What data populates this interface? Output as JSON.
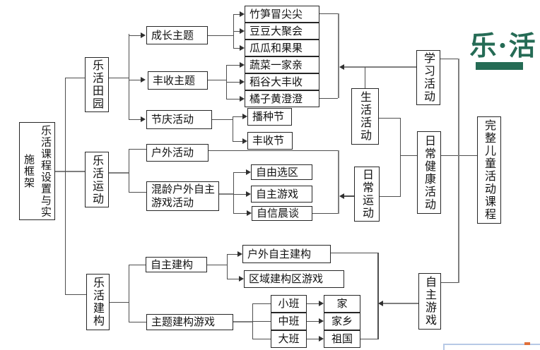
{
  "logo": {
    "text": "乐·活",
    "brand_green": "#256b55"
  },
  "nodes": {
    "root": "乐活课程设置与实施框架",
    "lohas_field": "乐活田园",
    "lohas_sports": "乐活运动",
    "lohas_construction": "乐活建构",
    "growth_theme": "成长主题",
    "harvest_theme": "丰收主题",
    "festival_activity": "节庆活动",
    "outdoor_activity": "户外活动",
    "mixed_age_outdoor": "混龄户外自主游戏活动",
    "autonomous_construction": "自主建构",
    "theme_construction_game": "主题建构游戏",
    "life_activity": "生活活动",
    "daily_sports": "日常运动",
    "learning_activity": "学习活动",
    "daily_health_activity": "日常健康活动",
    "complete_child_curriculum": "完整儿童活动课程",
    "autonomous_play": "自主游戏"
  },
  "field_leaves": [
    "竹笋冒尖尖",
    "豆豆大聚会",
    "瓜瓜和果果",
    "蔬菜一家亲",
    "稻谷大丰收",
    "橘子黄澄澄"
  ],
  "festival_leaves": [
    "播种节",
    "丰收节"
  ],
  "outdoor_leaves": [
    "自由选区",
    "自主游戏",
    "自信晨谈"
  ],
  "construction_leaves": [
    "户外自主建构",
    "区域建构区游戏"
  ],
  "class_levels": [
    "小班",
    "中班",
    "大班"
  ],
  "class_projects": [
    "家",
    "家乡",
    "祖国"
  ]
}
